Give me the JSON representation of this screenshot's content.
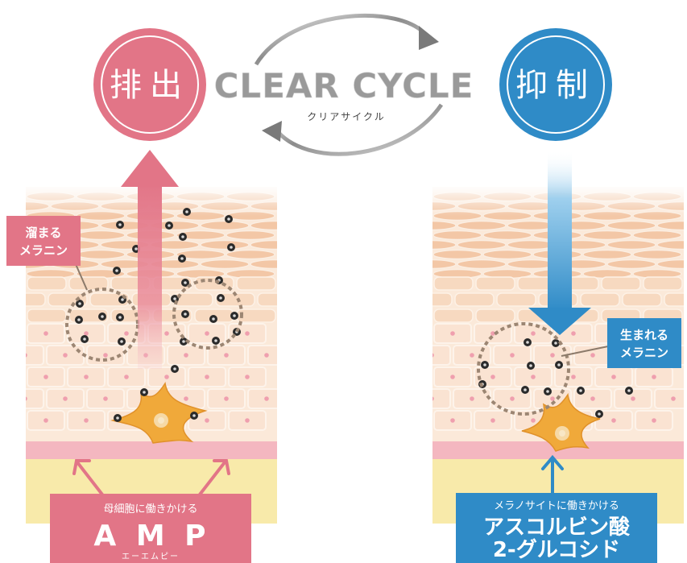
{
  "center": {
    "title": "CLEAR CYCLE",
    "subtitle": "クリアサイクル"
  },
  "left": {
    "circle_label": "排出",
    "callout_label_line1": "溜まる",
    "callout_label_line2": "メラニン",
    "panel_top": "母細胞に働きかける",
    "panel_main": "A M P",
    "panel_reading": "エーエムピー"
  },
  "right": {
    "circle_label": "抑制",
    "callout_label_line1": "生まれる",
    "callout_label_line2": "メラニン",
    "panel_top": "メラノサイトに働きかける",
    "panel_main_line1": "アスコルビン酸",
    "panel_main_line2": "2-グルコシド"
  },
  "colors": {
    "pink": "#e27587",
    "pink_light": "#f2a3b0",
    "blue": "#2f8bc7",
    "blue_light": "#9fd0ee",
    "skin": "#f8e2cf",
    "skin_dark": "#f1c9a9",
    "melanocyte": "#f0a93a",
    "base": "#f8eaaa"
  }
}
